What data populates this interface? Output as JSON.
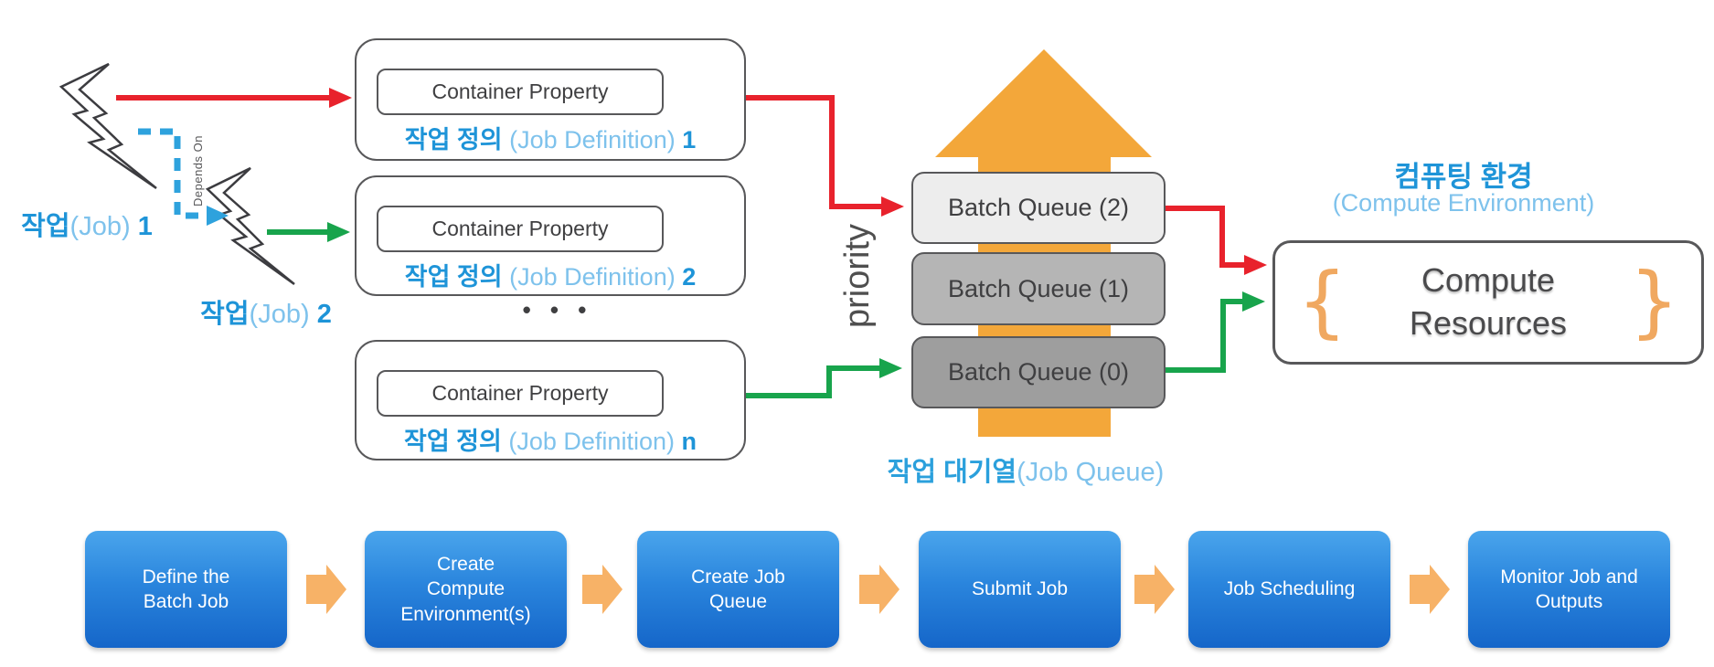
{
  "left_jobs": {
    "job1": {
      "ko": "작업",
      "en": "(Job)",
      "num": "1"
    },
    "job2": {
      "ko": "작업",
      "en": "(Job)",
      "num": "2"
    },
    "depends_on": "Depends On"
  },
  "job_definitions": [
    {
      "container_label": "Container Property",
      "ko": "작업 정의",
      "en": "(Job Definition)",
      "num": "1"
    },
    {
      "container_label": "Container Property",
      "ko": "작업 정의",
      "en": "(Job Definition)",
      "num": "2"
    },
    {
      "container_label": "Container Property",
      "ko": "작업 정의",
      "en": "(Job Definition)",
      "num": "n"
    }
  ],
  "ellipsis": "• • •",
  "priority_label": "priority",
  "job_queue": {
    "queues": [
      {
        "label": "Batch Queue (2)"
      },
      {
        "label": "Batch Queue (1)"
      },
      {
        "label": "Batch Queue (0)"
      }
    ],
    "caption_ko": "작업 대기열",
    "caption_en": "(Job Queue)"
  },
  "compute_environment": {
    "title_ko": "컴퓨팅 환경",
    "title_en": "(Compute Environment)",
    "brace_open": "{",
    "brace_close": "}",
    "lines": [
      "Compute",
      "Resources"
    ]
  },
  "flow_steps": [
    {
      "lines": [
        "Define the",
        "Batch Job"
      ]
    },
    {
      "lines": [
        "Create",
        "Compute",
        "Environment(s)"
      ]
    },
    {
      "lines": [
        "Create Job",
        "Queue"
      ]
    },
    {
      "lines": [
        "Submit Job"
      ]
    },
    {
      "lines": [
        "Job Scheduling"
      ]
    },
    {
      "lines": [
        "Monitor Job and",
        "Outputs"
      ]
    }
  ],
  "colors": {
    "red_connector": "#e8222c",
    "green_connector": "#18a44c",
    "dashed_blue": "#2ea2dd",
    "orange_priority_arrow": "#f3a73a",
    "orange_flow_arrow": "#f7b267",
    "orange_brace": "#f0a860",
    "korean_bold_blue": "#1e94d8",
    "light_blue": "#7ec2ec",
    "queue_fills": [
      "#ededed",
      "#b5b5b5",
      "#9e9e9e"
    ],
    "flow_box_gradient": [
      "#4aa5ec",
      "#1566c9"
    ]
  }
}
